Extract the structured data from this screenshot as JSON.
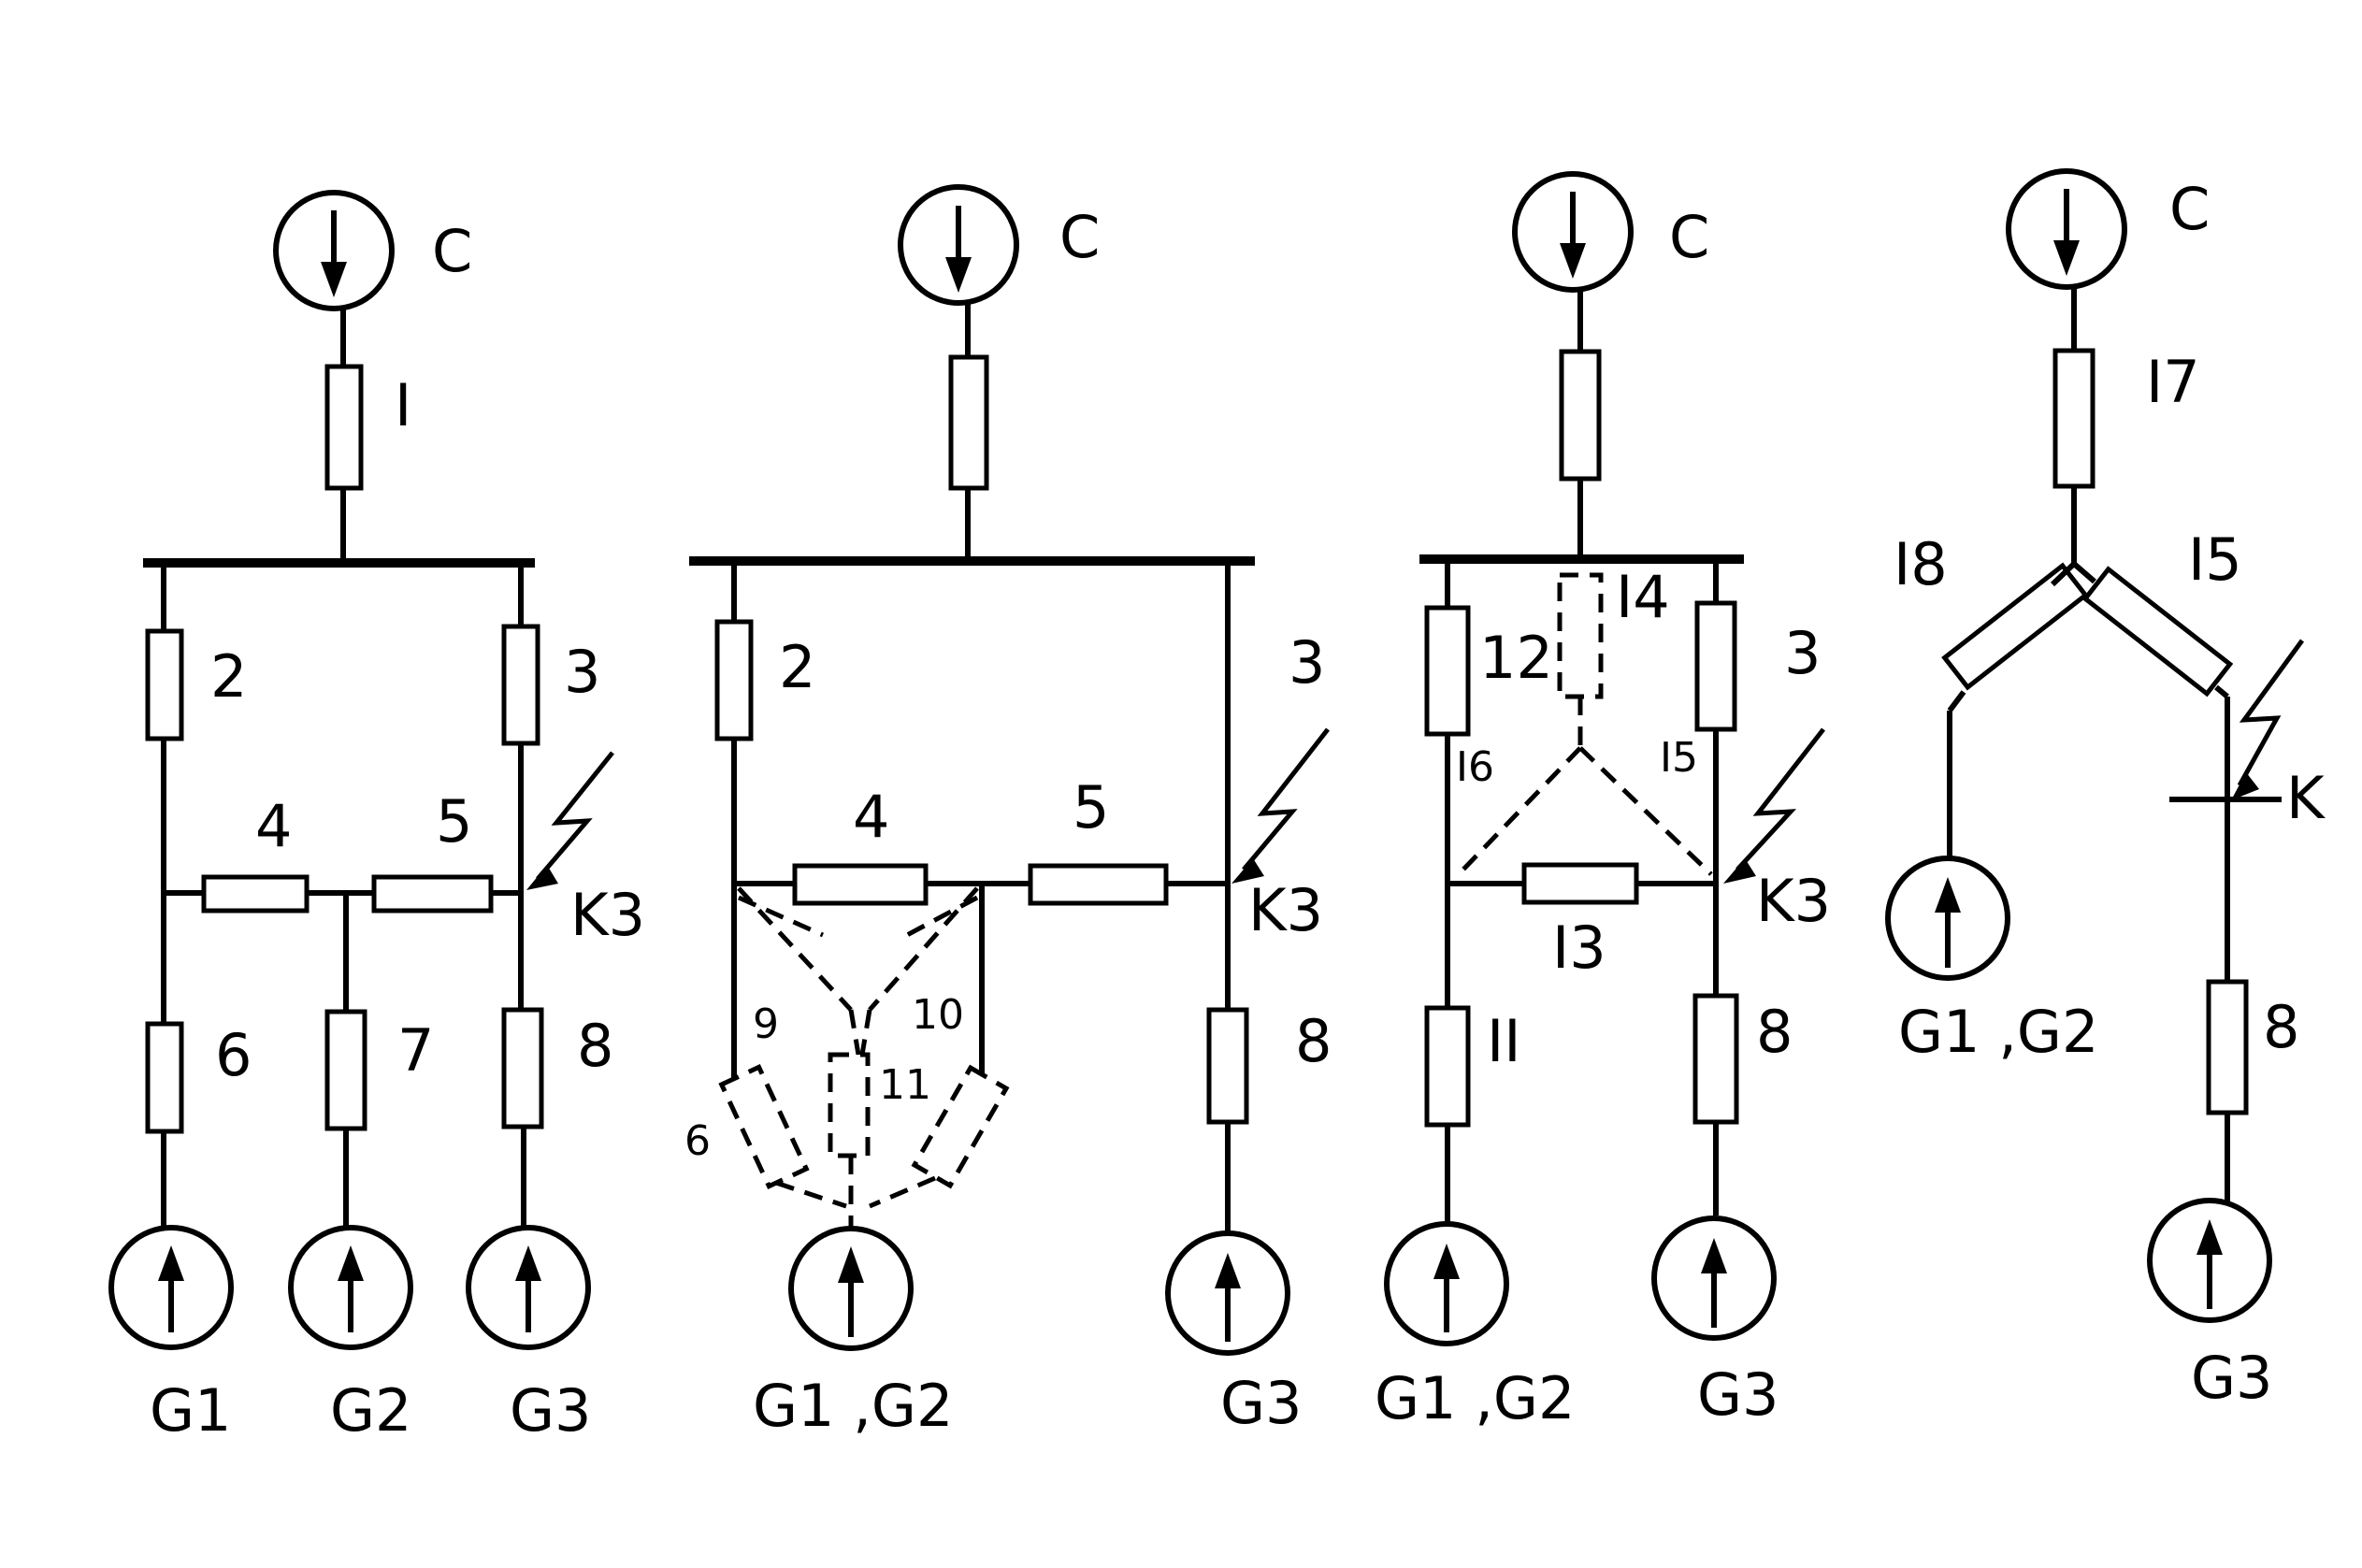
{
  "diagrams": [
    {
      "source_top": "C",
      "labels": {
        "r1": "I",
        "r2": "2",
        "r3": "3",
        "r4": "4",
        "r5": "5",
        "r6": "6",
        "r7": "7",
        "r8": "8",
        "fault": "K3"
      },
      "generators": [
        "G1",
        "G2",
        "G3"
      ]
    },
    {
      "source_top": "C",
      "labels": {
        "r2": "2",
        "r3": "3",
        "r4": "4",
        "r5": "5",
        "r6": "6",
        "r8": "8",
        "r9": "9",
        "r10": "10",
        "r11": "11",
        "fault": "K3"
      },
      "generators": [
        "G1 ,G2",
        "G3"
      ]
    },
    {
      "source_top": "C",
      "labels": {
        "r3": "3",
        "r8": "8",
        "r11": "II",
        "r12": "12",
        "r13": "I3",
        "r14": "I4",
        "r15": "I5",
        "r16": "I6",
        "fault": "K3"
      },
      "generators": [
        "G1 ,G2",
        "G3"
      ]
    },
    {
      "source_top": "C",
      "labels": {
        "r8": "8",
        "r15": "I5",
        "r17": "I7",
        "r18": "I8",
        "fault": "K"
      },
      "generators": [
        "G1 ,G2",
        "G3"
      ]
    }
  ]
}
